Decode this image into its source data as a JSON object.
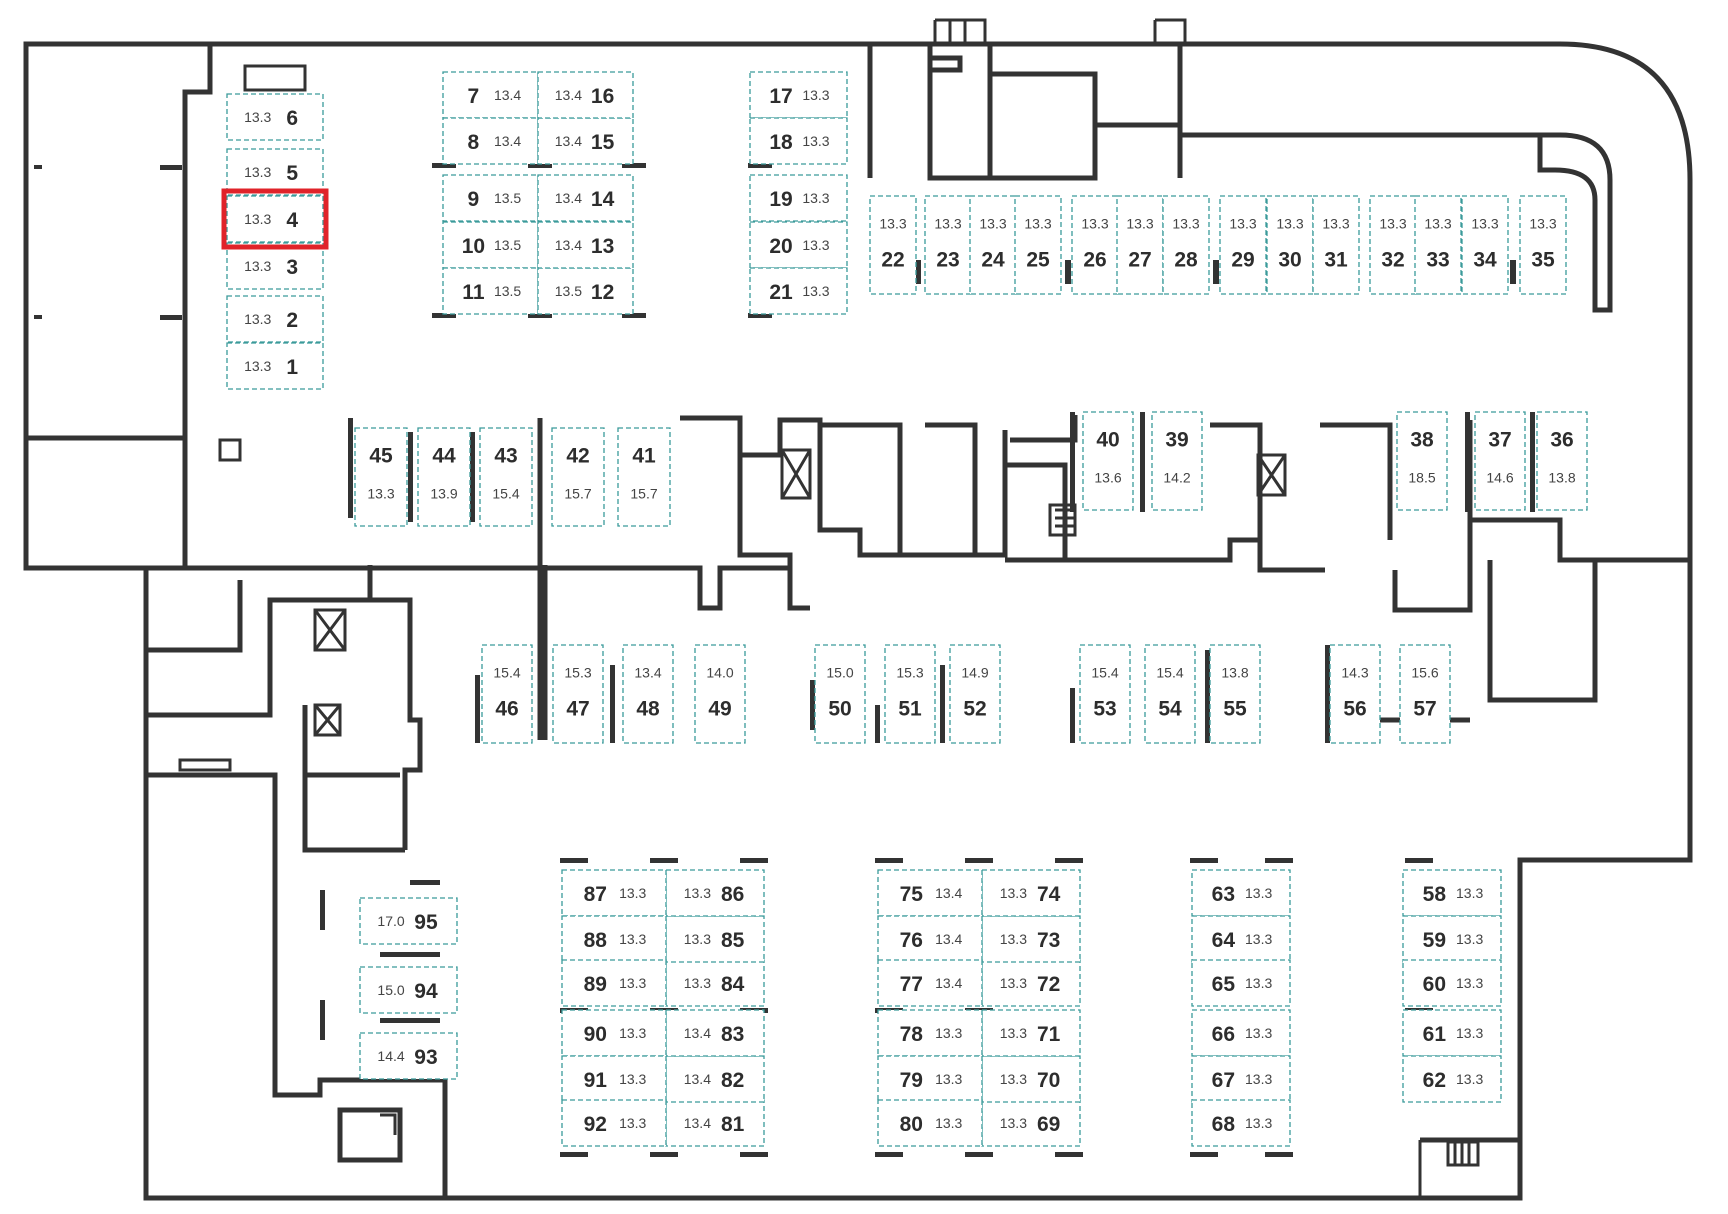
{
  "plan": {
    "title": "",
    "highlight_color": "#e0232a",
    "slot_border_color": "#3a9a9a",
    "wall_color": "#333333",
    "highlighted_spot": "4"
  },
  "spots": [
    {
      "n": "1",
      "a": "13.3"
    },
    {
      "n": "2",
      "a": "13.3"
    },
    {
      "n": "3",
      "a": "13.3"
    },
    {
      "n": "4",
      "a": "13.3"
    },
    {
      "n": "5",
      "a": "13.3"
    },
    {
      "n": "6",
      "a": "13.3"
    },
    {
      "n": "7",
      "a": "13.4"
    },
    {
      "n": "8",
      "a": "13.4"
    },
    {
      "n": "9",
      "a": "13.5"
    },
    {
      "n": "10",
      "a": "13.5"
    },
    {
      "n": "11",
      "a": "13.5"
    },
    {
      "n": "12",
      "a": "13.5"
    },
    {
      "n": "13",
      "a": "13.4"
    },
    {
      "n": "14",
      "a": "13.4"
    },
    {
      "n": "15",
      "a": "13.4"
    },
    {
      "n": "16",
      "a": "13.4"
    },
    {
      "n": "17",
      "a": "13.3"
    },
    {
      "n": "18",
      "a": "13.3"
    },
    {
      "n": "19",
      "a": "13.3"
    },
    {
      "n": "20",
      "a": "13.3"
    },
    {
      "n": "21",
      "a": "13.3"
    },
    {
      "n": "22",
      "a": "13.3"
    },
    {
      "n": "23",
      "a": "13.3"
    },
    {
      "n": "24",
      "a": "13.3"
    },
    {
      "n": "25",
      "a": "13.3"
    },
    {
      "n": "26",
      "a": "13.3"
    },
    {
      "n": "27",
      "a": "13.3"
    },
    {
      "n": "28",
      "a": "13.3"
    },
    {
      "n": "29",
      "a": "13.3"
    },
    {
      "n": "30",
      "a": "13.3"
    },
    {
      "n": "31",
      "a": "13.3"
    },
    {
      "n": "32",
      "a": "13.3"
    },
    {
      "n": "33",
      "a": "13.3"
    },
    {
      "n": "34",
      "a": "13.3"
    },
    {
      "n": "35",
      "a": "13.3"
    },
    {
      "n": "36",
      "a": "13.8"
    },
    {
      "n": "37",
      "a": "14.6"
    },
    {
      "n": "38",
      "a": "18.5"
    },
    {
      "n": "39",
      "a": "14.2"
    },
    {
      "n": "40",
      "a": "13.6"
    },
    {
      "n": "41",
      "a": "15.7"
    },
    {
      "n": "42",
      "a": "15.7"
    },
    {
      "n": "43",
      "a": "15.4"
    },
    {
      "n": "44",
      "a": "13.9"
    },
    {
      "n": "45",
      "a": "13.3"
    },
    {
      "n": "46",
      "a": "15.4"
    },
    {
      "n": "47",
      "a": "15.3"
    },
    {
      "n": "48",
      "a": "13.4"
    },
    {
      "n": "49",
      "a": "14.0"
    },
    {
      "n": "50",
      "a": "15.0"
    },
    {
      "n": "51",
      "a": "15.3"
    },
    {
      "n": "52",
      "a": "14.9"
    },
    {
      "n": "53",
      "a": "15.4"
    },
    {
      "n": "54",
      "a": "15.4"
    },
    {
      "n": "55",
      "a": "13.8"
    },
    {
      "n": "56",
      "a": "14.3"
    },
    {
      "n": "57",
      "a": "15.6"
    },
    {
      "n": "58",
      "a": "13.3"
    },
    {
      "n": "59",
      "a": "13.3"
    },
    {
      "n": "60",
      "a": "13.3"
    },
    {
      "n": "61",
      "a": "13.3"
    },
    {
      "n": "62",
      "a": "13.3"
    },
    {
      "n": "63",
      "a": "13.3"
    },
    {
      "n": "64",
      "a": "13.3"
    },
    {
      "n": "65",
      "a": "13.3"
    },
    {
      "n": "66",
      "a": "13.3"
    },
    {
      "n": "67",
      "a": "13.3"
    },
    {
      "n": "68",
      "a": "13.3"
    },
    {
      "n": "69",
      "a": "13.3"
    },
    {
      "n": "70",
      "a": "13.3"
    },
    {
      "n": "71",
      "a": "13.3"
    },
    {
      "n": "72",
      "a": "13.3"
    },
    {
      "n": "73",
      "a": "13.3"
    },
    {
      "n": "74",
      "a": "13.3"
    },
    {
      "n": "75",
      "a": "13.4"
    },
    {
      "n": "76",
      "a": "13.4"
    },
    {
      "n": "77",
      "a": "13.4"
    },
    {
      "n": "78",
      "a": "13.3"
    },
    {
      "n": "79",
      "a": "13.3"
    },
    {
      "n": "80",
      "a": "13.3"
    },
    {
      "n": "81",
      "a": "13.4"
    },
    {
      "n": "82",
      "a": "13.4"
    },
    {
      "n": "83",
      "a": "13.4"
    },
    {
      "n": "84",
      "a": "13.3"
    },
    {
      "n": "85",
      "a": "13.3"
    },
    {
      "n": "86",
      "a": "13.3"
    },
    {
      "n": "87",
      "a": "13.3"
    },
    {
      "n": "88",
      "a": "13.3"
    },
    {
      "n": "89",
      "a": "13.3"
    },
    {
      "n": "90",
      "a": "13.3"
    },
    {
      "n": "91",
      "a": "13.3"
    },
    {
      "n": "92",
      "a": "13.3"
    },
    {
      "n": "93",
      "a": "14.4"
    },
    {
      "n": "94",
      "a": "15.0"
    },
    {
      "n": "95",
      "a": "17.0"
    }
  ]
}
